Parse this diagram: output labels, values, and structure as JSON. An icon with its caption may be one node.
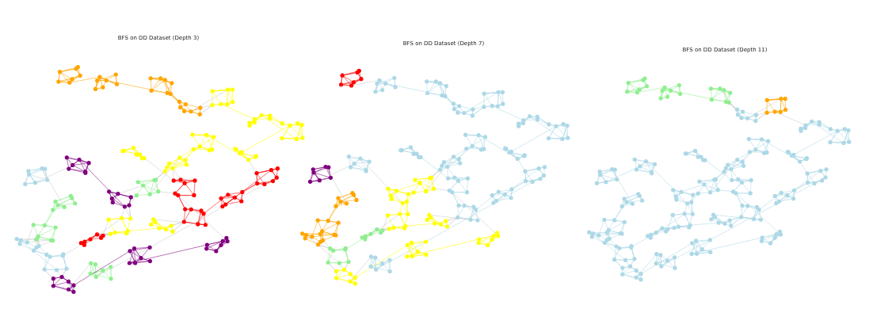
{
  "diagram": {
    "labels": [
      "BFS on DD Dataset (Depth 3)",
      "BFS on DD Dataset (Depth 7)",
      "BFS on DD Dataset (Depth 11)"
    ]
  }
}
